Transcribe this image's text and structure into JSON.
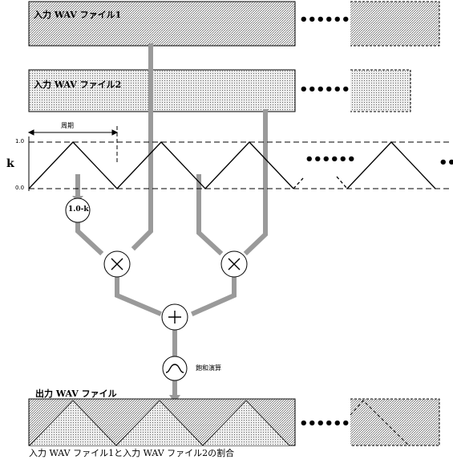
{
  "input_file_1": {
    "label": "入力 WAV ファイル1"
  },
  "input_file_2": {
    "label": "入力 WAV ファイル2"
  },
  "period": {
    "label": "周期"
  },
  "k_axis": {
    "label": "k",
    "tick_top": "1.0",
    "tick_bottom": "0.0"
  },
  "continuation_dots": "••••••",
  "short_dots": "••",
  "ops": {
    "one_minus_k": "1.0-k",
    "saturation": "飽和演算"
  },
  "output_file": {
    "label": "出力 WAV ファイル"
  },
  "caption": "入力 WAV ファイル1と入力 WAV ファイル2の割合",
  "colors": {
    "arrow": "#9a9a9a",
    "line": "#000000",
    "box_fill": "#d8d8d8"
  }
}
